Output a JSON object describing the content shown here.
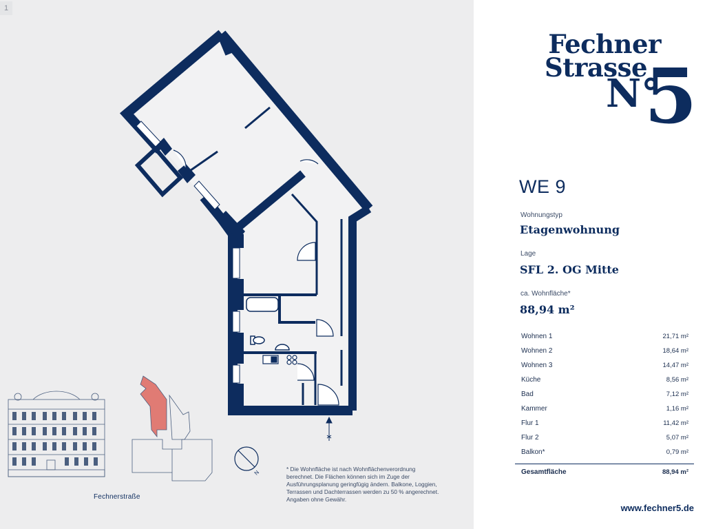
{
  "page": {
    "number": "1"
  },
  "logo": {
    "line1": "Fechner",
    "line2": "Strasse",
    "line3": "N°",
    "line4": "5"
  },
  "unit": {
    "title": "WE 9",
    "type_label": "Wohnungstyp",
    "type_value": "Etagenwohnung",
    "location_label": "Lage",
    "location_value": "SFL 2. OG Mitte",
    "area_label": "ca. Wohnfläche*",
    "area_value": "88,94 m²"
  },
  "rooms": [
    {
      "name": "Wohnen 1",
      "area": "21,71 m²"
    },
    {
      "name": "Wohnen 2",
      "area": "18,64 m²"
    },
    {
      "name": "Wohnen 3",
      "area": "14,47 m²"
    },
    {
      "name": "Küche",
      "area": "8,56 m²"
    },
    {
      "name": "Bad",
      "area": "7,12 m²"
    },
    {
      "name": "Kammer",
      "area": "1,16 m²"
    },
    {
      "name": "Flur 1",
      "area": "11,42 m²"
    },
    {
      "name": "Flur 2",
      "area": "5,07 m²"
    },
    {
      "name": "Balkon*",
      "area": "0,79 m²"
    }
  ],
  "total": {
    "label": "Gesamtfläche",
    "area": "88,94 m²"
  },
  "street_label": "Fechnerstraße",
  "footnote": "* Die Wohnfläche ist nach Wohnflächenverordnung berechnet. Die Flächen können sich im Zuge der Ausführungsplanung geringfügig ändern. Balkone, Loggien, Terrassen und Dachterrassen werden zu 50 % angerechnet. Angaben ohne Gewähr.",
  "compass_letter": "N",
  "website": "www.fechner5.de",
  "colors": {
    "primary": "#0d2c5e",
    "highlight": "#e07b74",
    "panel_bg": "#ededee"
  },
  "icons": {
    "compass": "north-compass-icon",
    "entrance": "entrance-arrow-icon"
  }
}
